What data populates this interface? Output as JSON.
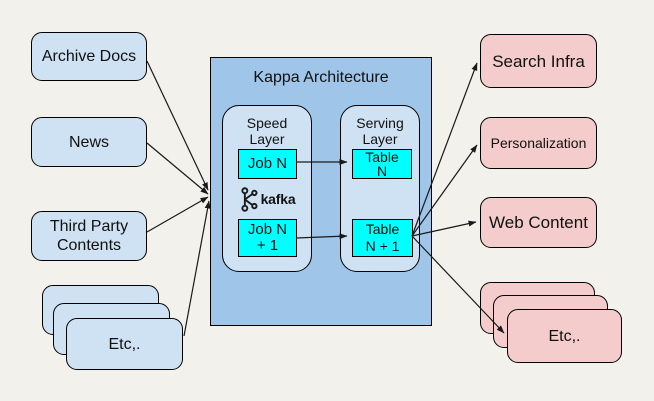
{
  "diagram_title": "Kappa Architecture",
  "colors": {
    "background": "#f2f1ec",
    "source_fill": "#cfe2f3",
    "container_fill": "#9fc5e8",
    "layer_fill": "#cfe2f3",
    "job_fill": "#00ffff",
    "sink_fill": "#f4cccc",
    "border_color": "#000000",
    "text_color": "#111111"
  },
  "sources": {
    "archive": "Archive Docs",
    "news": "News",
    "third_party": "Third Party Contents",
    "etc": "Etc,."
  },
  "kappa": {
    "title": "Kappa Architecture",
    "speed": {
      "title_lines": [
        "Speed",
        "Layer"
      ],
      "job_n": "Job N",
      "job_n1_lines": [
        "Job N",
        "+ 1"
      ],
      "kafka_label": "kafka"
    },
    "serving": {
      "title_lines": [
        "Serving",
        "Layer"
      ],
      "table_n_lines": [
        "Table",
        "N"
      ],
      "table_n1_lines": [
        "Table",
        "N + 1"
      ]
    }
  },
  "sinks": {
    "search": "Search Infra",
    "personalization": "Personalization",
    "web": "Web Content",
    "etc": "Etc,."
  }
}
